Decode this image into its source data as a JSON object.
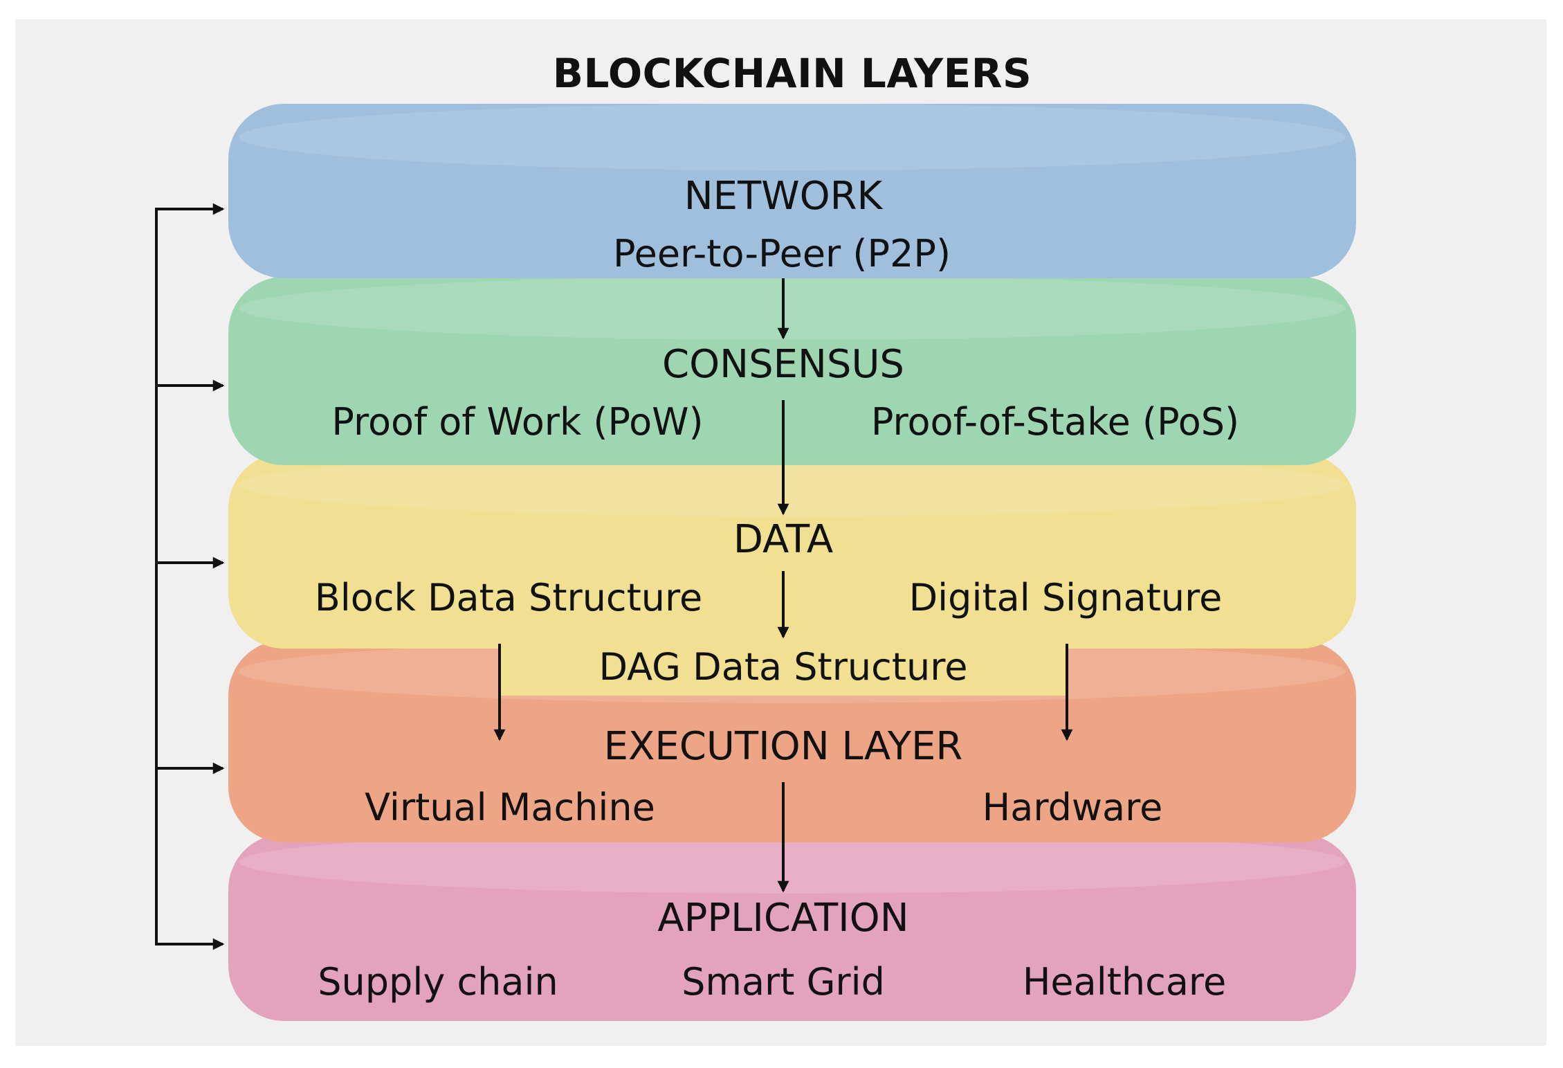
{
  "title": "BLOCKCHAIN LAYERS",
  "colors": {
    "background": "#f0f0f1",
    "network": "#9fbfdd",
    "consensus": "#9ed6b2",
    "data": "#f1df92",
    "execution": "#eda585",
    "application": "#e4a3bd",
    "arrow": "#111111"
  },
  "layers": {
    "network": {
      "title": "NETWORK",
      "items": [
        "Peer-to-Peer (P2P)"
      ]
    },
    "consensus": {
      "title": "CONSENSUS",
      "items": [
        "Proof of Work (PoW)",
        "Proof-of-Stake (PoS)"
      ]
    },
    "data": {
      "title": "DATA",
      "items": [
        "Block Data Structure",
        "Digital Signature",
        "DAG Data Structure"
      ]
    },
    "execution": {
      "title": "EXECUTION LAYER",
      "items": [
        "Virtual Machine",
        "Hardware"
      ]
    },
    "application": {
      "title": "APPLICATION",
      "items": [
        "Supply chain",
        "Smart Grid",
        "Healthcare"
      ]
    }
  }
}
